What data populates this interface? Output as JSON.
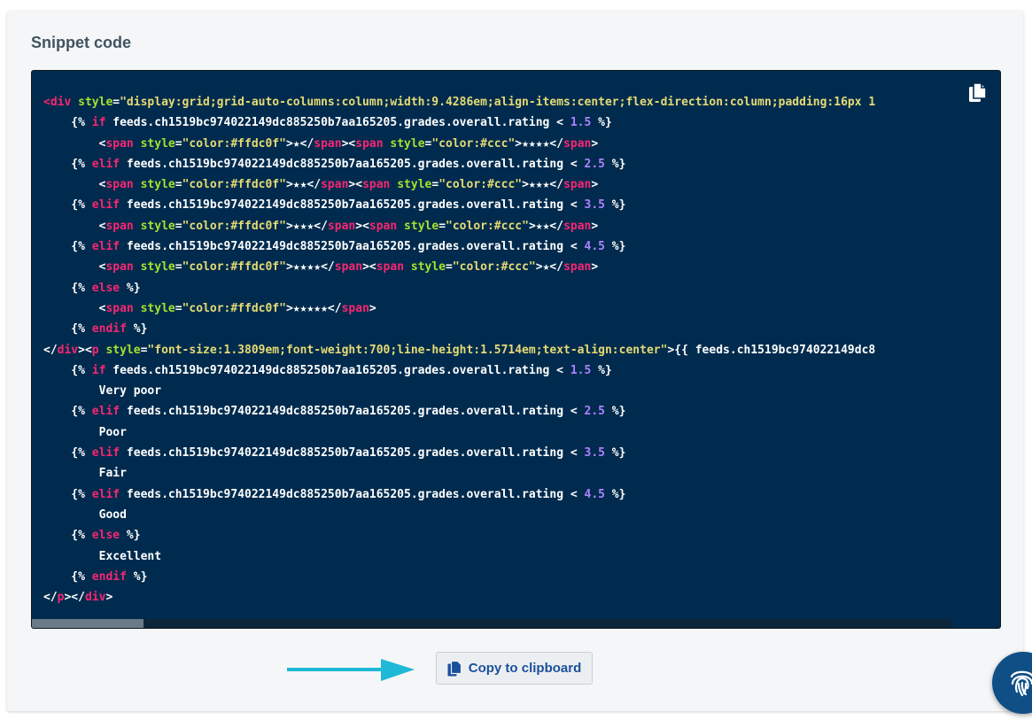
{
  "panel": {
    "title": "Snippet code"
  },
  "code": {
    "lines": [
      [
        [
          "tag",
          "<"
        ],
        [
          "kw",
          "div"
        ],
        [
          "plain",
          " "
        ],
        [
          "attr",
          "style"
        ],
        [
          "plain",
          "="
        ],
        [
          "str",
          "\"display:grid;grid-auto-columns:column;width:9.4286em;align-items:center;flex-direction:column;padding:16px 1"
        ]
      ],
      [
        [
          "plain",
          "    {% "
        ],
        [
          "kw",
          "if"
        ],
        [
          "plain",
          " feeds.ch1519bc974022149dc885250b7aa165205.grades.overall.rating < "
        ],
        [
          "num",
          "1.5"
        ],
        [
          "plain",
          " %}"
        ]
      ],
      [
        [
          "plain",
          "        <"
        ],
        [
          "kw",
          "span"
        ],
        [
          "plain",
          " "
        ],
        [
          "attr",
          "style"
        ],
        [
          "plain",
          "="
        ],
        [
          "str",
          "\"color:#ffdc0f\""
        ],
        [
          "plain",
          ">★</"
        ],
        [
          "kw",
          "span"
        ],
        [
          "plain",
          "><"
        ],
        [
          "kw",
          "span"
        ],
        [
          "plain",
          " "
        ],
        [
          "attr",
          "style"
        ],
        [
          "plain",
          "="
        ],
        [
          "str",
          "\"color:#ccc\""
        ],
        [
          "plain",
          ">★★★★</"
        ],
        [
          "kw",
          "span"
        ],
        [
          "plain",
          ">"
        ]
      ],
      [
        [
          "plain",
          "    {% "
        ],
        [
          "kw",
          "elif"
        ],
        [
          "plain",
          " feeds.ch1519bc974022149dc885250b7aa165205.grades.overall.rating < "
        ],
        [
          "num",
          "2.5"
        ],
        [
          "plain",
          " %}"
        ]
      ],
      [
        [
          "plain",
          "        <"
        ],
        [
          "kw",
          "span"
        ],
        [
          "plain",
          " "
        ],
        [
          "attr",
          "style"
        ],
        [
          "plain",
          "="
        ],
        [
          "str",
          "\"color:#ffdc0f\""
        ],
        [
          "plain",
          ">★★</"
        ],
        [
          "kw",
          "span"
        ],
        [
          "plain",
          "><"
        ],
        [
          "kw",
          "span"
        ],
        [
          "plain",
          " "
        ],
        [
          "attr",
          "style"
        ],
        [
          "plain",
          "="
        ],
        [
          "str",
          "\"color:#ccc\""
        ],
        [
          "plain",
          ">★★★</"
        ],
        [
          "kw",
          "span"
        ],
        [
          "plain",
          ">"
        ]
      ],
      [
        [
          "plain",
          "    {% "
        ],
        [
          "kw",
          "elif"
        ],
        [
          "plain",
          " feeds.ch1519bc974022149dc885250b7aa165205.grades.overall.rating < "
        ],
        [
          "num",
          "3.5"
        ],
        [
          "plain",
          " %}"
        ]
      ],
      [
        [
          "plain",
          "        <"
        ],
        [
          "kw",
          "span"
        ],
        [
          "plain",
          " "
        ],
        [
          "attr",
          "style"
        ],
        [
          "plain",
          "="
        ],
        [
          "str",
          "\"color:#ffdc0f\""
        ],
        [
          "plain",
          ">★★★</"
        ],
        [
          "kw",
          "span"
        ],
        [
          "plain",
          "><"
        ],
        [
          "kw",
          "span"
        ],
        [
          "plain",
          " "
        ],
        [
          "attr",
          "style"
        ],
        [
          "plain",
          "="
        ],
        [
          "str",
          "\"color:#ccc\""
        ],
        [
          "plain",
          ">★★</"
        ],
        [
          "kw",
          "span"
        ],
        [
          "plain",
          ">"
        ]
      ],
      [
        [
          "plain",
          "    {% "
        ],
        [
          "kw",
          "elif"
        ],
        [
          "plain",
          " feeds.ch1519bc974022149dc885250b7aa165205.grades.overall.rating < "
        ],
        [
          "num",
          "4.5"
        ],
        [
          "plain",
          " %}"
        ]
      ],
      [
        [
          "plain",
          "        <"
        ],
        [
          "kw",
          "span"
        ],
        [
          "plain",
          " "
        ],
        [
          "attr",
          "style"
        ],
        [
          "plain",
          "="
        ],
        [
          "str",
          "\"color:#ffdc0f\""
        ],
        [
          "plain",
          ">★★★★</"
        ],
        [
          "kw",
          "span"
        ],
        [
          "plain",
          "><"
        ],
        [
          "kw",
          "span"
        ],
        [
          "plain",
          " "
        ],
        [
          "attr",
          "style"
        ],
        [
          "plain",
          "="
        ],
        [
          "str",
          "\"color:#ccc\""
        ],
        [
          "plain",
          ">★</"
        ],
        [
          "kw",
          "span"
        ],
        [
          "plain",
          ">"
        ]
      ],
      [
        [
          "plain",
          "    {% "
        ],
        [
          "kw",
          "else"
        ],
        [
          "plain",
          " %}"
        ]
      ],
      [
        [
          "plain",
          "        <"
        ],
        [
          "kw",
          "span"
        ],
        [
          "plain",
          " "
        ],
        [
          "attr",
          "style"
        ],
        [
          "plain",
          "="
        ],
        [
          "str",
          "\"color:#ffdc0f\""
        ],
        [
          "plain",
          ">★★★★★</"
        ],
        [
          "kw",
          "span"
        ],
        [
          "plain",
          ">"
        ]
      ],
      [
        [
          "plain",
          "    {% "
        ],
        [
          "kw",
          "endif"
        ],
        [
          "plain",
          " %}"
        ]
      ],
      [
        [
          "plain",
          "</"
        ],
        [
          "kw",
          "div"
        ],
        [
          "plain",
          "><"
        ],
        [
          "kw",
          "p"
        ],
        [
          "plain",
          " "
        ],
        [
          "attr",
          "style"
        ],
        [
          "plain",
          "="
        ],
        [
          "str",
          "\"font-size:1.3809em;font-weight:700;line-height:1.5714em;text-align:center\""
        ],
        [
          "plain",
          ">{{ feeds.ch1519bc974022149dc8"
        ]
      ],
      [
        [
          "plain",
          "    {% "
        ],
        [
          "kw",
          "if"
        ],
        [
          "plain",
          " feeds.ch1519bc974022149dc885250b7aa165205.grades.overall.rating < "
        ],
        [
          "num",
          "1.5"
        ],
        [
          "plain",
          " %}"
        ]
      ],
      [
        [
          "plain",
          "        Very poor"
        ]
      ],
      [
        [
          "plain",
          "    {% "
        ],
        [
          "kw",
          "elif"
        ],
        [
          "plain",
          " feeds.ch1519bc974022149dc885250b7aa165205.grades.overall.rating < "
        ],
        [
          "num",
          "2.5"
        ],
        [
          "plain",
          " %}"
        ]
      ],
      [
        [
          "plain",
          "        Poor"
        ]
      ],
      [
        [
          "plain",
          "    {% "
        ],
        [
          "kw",
          "elif"
        ],
        [
          "plain",
          " feeds.ch1519bc974022149dc885250b7aa165205.grades.overall.rating < "
        ],
        [
          "num",
          "3.5"
        ],
        [
          "plain",
          " %}"
        ]
      ],
      [
        [
          "plain",
          "        Fair"
        ]
      ],
      [
        [
          "plain",
          "    {% "
        ],
        [
          "kw",
          "elif"
        ],
        [
          "plain",
          " feeds.ch1519bc974022149dc885250b7aa165205.grades.overall.rating < "
        ],
        [
          "num",
          "4.5"
        ],
        [
          "plain",
          " %}"
        ]
      ],
      [
        [
          "plain",
          "        Good"
        ]
      ],
      [
        [
          "plain",
          "    {% "
        ],
        [
          "kw",
          "else"
        ],
        [
          "plain",
          " %}"
        ]
      ],
      [
        [
          "plain",
          "        Excellent"
        ]
      ],
      [
        [
          "plain",
          "    {% "
        ],
        [
          "kw",
          "endif"
        ],
        [
          "plain",
          " %}"
        ]
      ],
      [
        [
          "plain",
          "</"
        ],
        [
          "kw",
          "p"
        ],
        [
          "plain",
          "></"
        ],
        [
          "kw",
          "div"
        ],
        [
          "plain",
          ">"
        ]
      ]
    ],
    "scroll_position_fraction": 0.12
  },
  "actions": {
    "copy_label": "Copy to clipboard",
    "copy_icon": "copy-icon",
    "fab_icon": "fingerprint-icon"
  },
  "colors": {
    "code_background": "#002b4e",
    "tag": "#f92672",
    "attribute": "#a6e22e",
    "string": "#e6db74",
    "number": "#ae81ff",
    "button_text": "#1b4f9c",
    "arrow": "#1fb8d6",
    "fab": "#0f4f86"
  }
}
